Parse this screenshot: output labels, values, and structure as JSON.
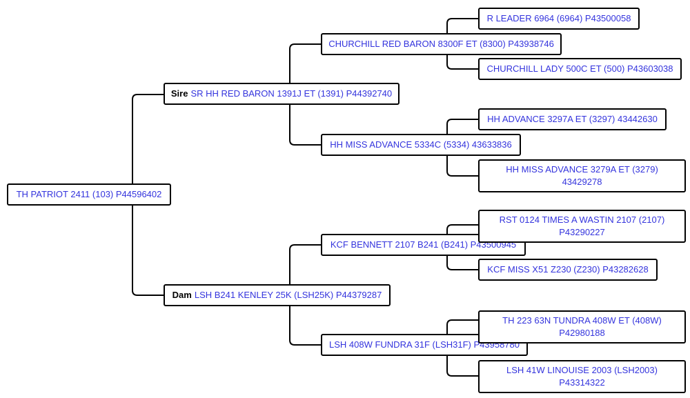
{
  "subject": {
    "name": "TH PATRIOT 2411 (103) P44596402"
  },
  "sire": {
    "label": "Sire",
    "name": "SR HH RED BARON 1391J ET (1391) P44392740",
    "sire": {
      "name": "CHURCHILL RED BARON 8300F ET (8300) P43938746",
      "sire": {
        "name": "R LEADER 6964 (6964) P43500058"
      },
      "dam": {
        "name": "CHURCHILL LADY 500C ET (500) P43603038"
      }
    },
    "dam": {
      "name": "HH MISS ADVANCE 5334C (5334) 43633836",
      "sire": {
        "name": "HH ADVANCE 3297A ET (3297) 43442630"
      },
      "dam": {
        "name": "HH MISS ADVANCE 3279A ET (3279) 43429278"
      }
    }
  },
  "dam": {
    "label": "Dam",
    "name": "LSH B241 KENLEY 25K (LSH25K) P44379287",
    "sire": {
      "name": "KCF BENNETT 2107 B241 (B241) P43500945",
      "sire": {
        "name": "RST 0124 TIMES A WASTIN 2107 (2107) P43290227"
      },
      "dam": {
        "name": "KCF MISS X51 Z230 (Z230) P43282628"
      }
    },
    "dam": {
      "name": "LSH 408W FUNDRA 31F (LSH31F) P43958780",
      "sire": {
        "name": "TH 223 63N TUNDRA 408W ET (408W) P42980188"
      },
      "dam": {
        "name": "LSH 41W LINOUISE 2003 (LSH2003) P43314322"
      }
    }
  },
  "colors": {
    "link_text": "#3333dd",
    "border": "#000000",
    "label_text": "#000000"
  }
}
